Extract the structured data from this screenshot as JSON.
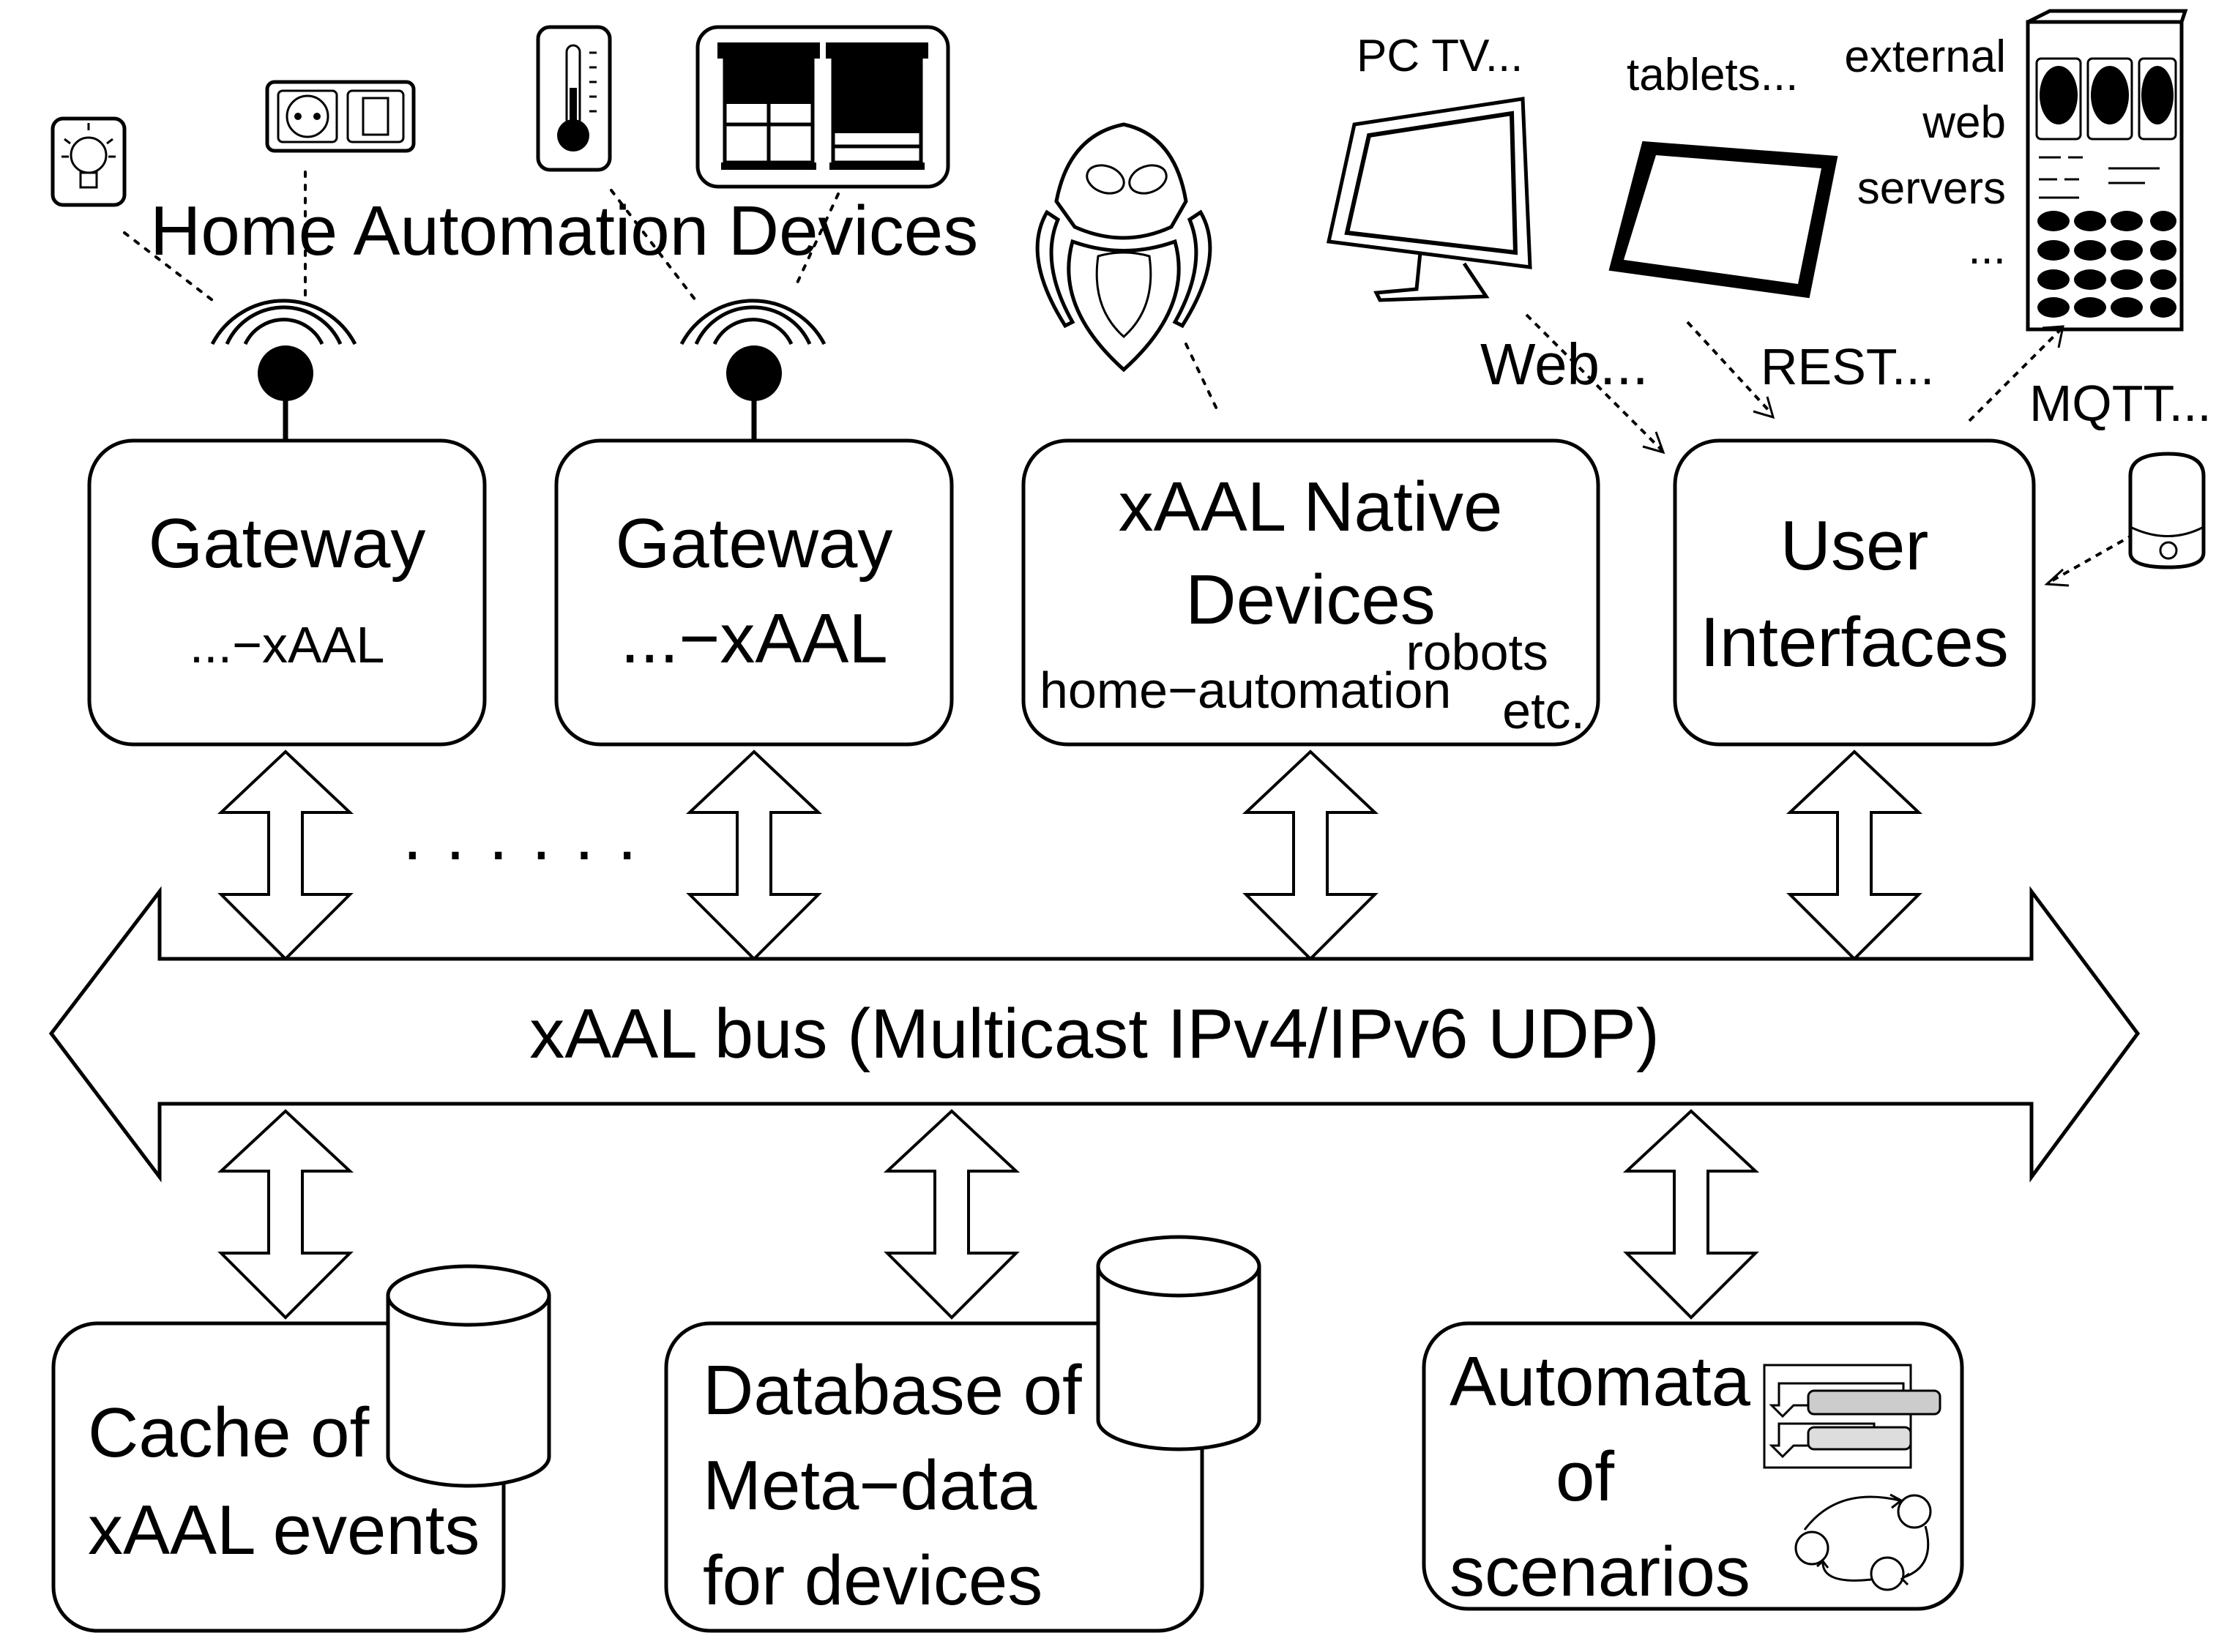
{
  "header": {
    "home_automation_devices": "Home Automation Devices",
    "pc_tv": "PC TV...",
    "tablets": "tablets...",
    "external_web_servers": [
      "external",
      "web",
      "servers",
      "..."
    ],
    "web": "Web...",
    "rest": "REST...",
    "mqtt": "MQTT..."
  },
  "boxes": {
    "gateway1": {
      "title": "Gateway",
      "subtitle": "...−xAAL"
    },
    "gateway2": {
      "title": "Gateway",
      "subtitle": "...−xAAL"
    },
    "native": {
      "title_line1": "xAAL Native",
      "title_line2": "Devices",
      "robots": "robots",
      "home_automation": "home−automation",
      "etc": "etc."
    },
    "ui": {
      "line1": "User",
      "line2": "Interfaces"
    }
  },
  "ellipsis": "· · · · · ·",
  "bus": {
    "label": "xAAL bus (Multicast IPv4/IPv6 UDP)"
  },
  "bottom": {
    "cache": [
      "Cache of",
      "xAAL events"
    ],
    "database": [
      "Database of",
      "Meta−data",
      "for devices"
    ],
    "automata": [
      "Automata",
      "of",
      "scenarios"
    ]
  },
  "icons": [
    "lightbulb-icon",
    "power-socket-icon",
    "thermometer-icon",
    "window-blinds-icon",
    "robot-icon",
    "monitor-icon",
    "tablet-icon",
    "server-rack-icon",
    "speaker-icon",
    "database-icon",
    "flowchart-icon",
    "state-diagram-icon",
    "antenna-icon"
  ]
}
